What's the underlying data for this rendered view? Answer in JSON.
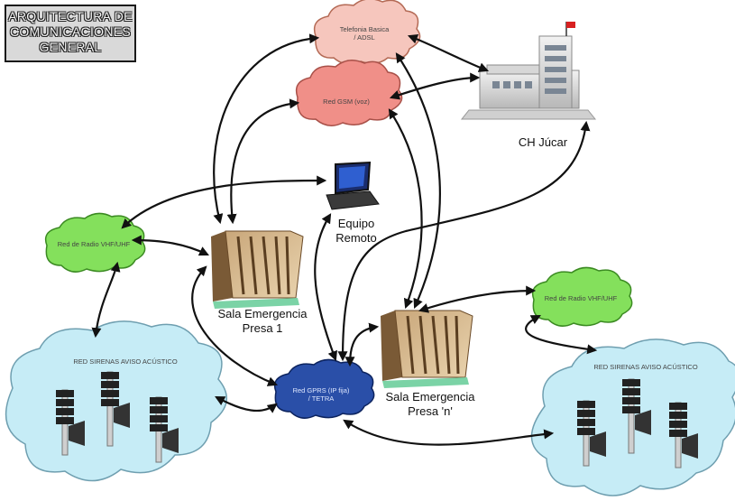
{
  "title": [
    "ARQUITECTURA DE",
    "COMUNICACIONES",
    "GENERAL"
  ],
  "clouds": {
    "telefonia": [
      "Telefonia Basica",
      "/ ADSL"
    ],
    "gsm": "Red GSM (voz)",
    "radio_left": "Red de Radio VHF/UHF",
    "radio_right": "Red de Radio VHF/UHF",
    "gprs": [
      "Red GPRS (IP fija)",
      "/ TETRA"
    ],
    "sirens_left": "RED SIRENAS AVISO ACÚSTICO",
    "sirens_right": "RED SIRENAS AVISO ACÚSTICO"
  },
  "nodes": {
    "ch_jucar": "CH Júcar",
    "equipo_remoto": [
      "Equipo",
      "Remoto"
    ],
    "presa1": [
      "Sala Emergencia",
      "Presa 1"
    ],
    "presan": [
      "Sala Emergencia",
      "Presa 'n'"
    ]
  },
  "colors": {
    "pink_cloud": "#f6c6bd",
    "green_cloud": "#84e05c",
    "blue_cloud": "#2a4fa8",
    "sky_cloud": "#c6ecf6",
    "title_bg": "#d9d9d9"
  }
}
